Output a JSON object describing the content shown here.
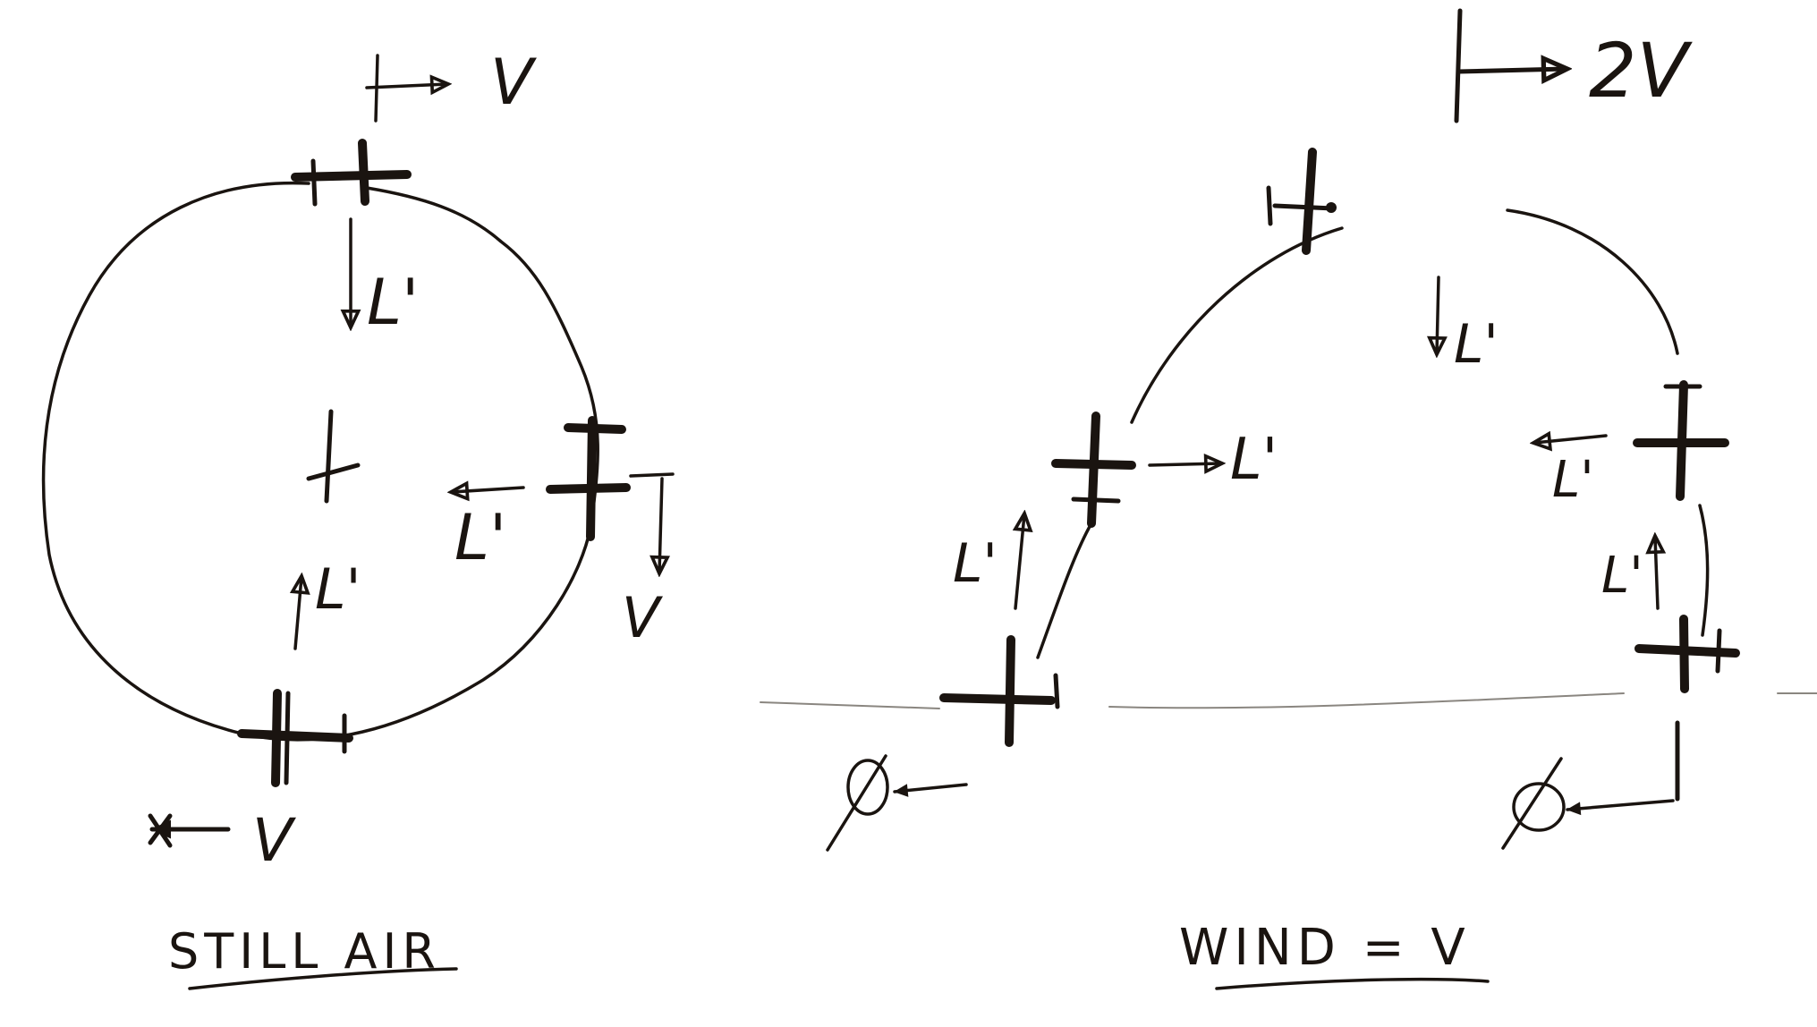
{
  "diagram": {
    "description": "Hand-drawn sketch comparing an aircraft loop in still air vs. in a wind of speed V",
    "left_panel": {
      "caption": "STILL AIR",
      "path_shape": "closed circle",
      "labels": {
        "top_velocity": "V",
        "top_force": "L'",
        "right_force": "L'",
        "right_velocity": "V",
        "bottom_force": "L'",
        "bottom_velocity": "V"
      },
      "center_marker": "+"
    },
    "right_panel": {
      "caption": "WIND = V",
      "path_shape": "open arch (loop drifting downwind)",
      "labels": {
        "top_velocity": "2V",
        "top_force": "L'",
        "left_upper_force": "L'",
        "left_lower_force": "L'",
        "right_upper_force": "L'",
        "right_lower_force": "L'",
        "bottom_left_ground_speed": "φ",
        "bottom_right_ground_speed": "φ"
      }
    },
    "colors": {
      "ink": "#1a1410",
      "paper": "#ffffff",
      "faint_ink": "#8a8680"
    }
  }
}
